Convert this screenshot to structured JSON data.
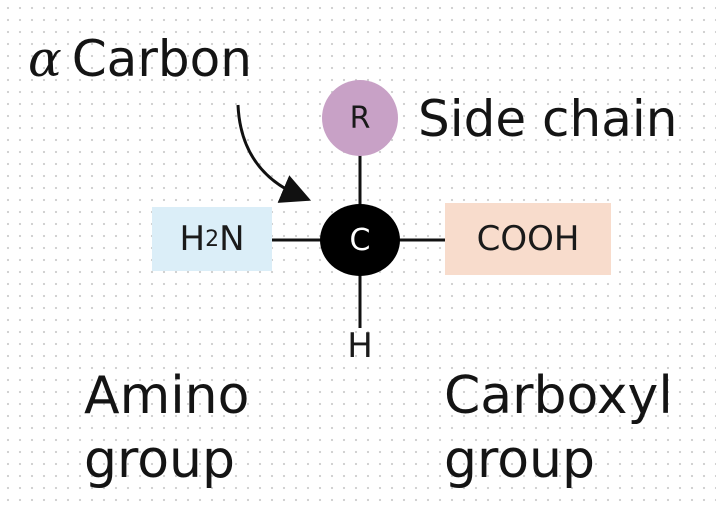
{
  "title_label": {
    "symbol": "α",
    "text": "Carbon"
  },
  "side_chain": {
    "atom": "R",
    "label": "Side chain",
    "color": "#c8a1c6"
  },
  "central_atom": {
    "symbol": "C",
    "color": "#000000"
  },
  "amine": {
    "prefix": "H",
    "subscript": "2",
    "suffix": "N",
    "color": "#dbeef8"
  },
  "carboxyl": {
    "text": "COOH",
    "color": "#f8dccc"
  },
  "hydrogen": {
    "symbol": "H"
  },
  "amino_group": {
    "line1": "Amino",
    "line2": "group"
  },
  "carboxyl_group": {
    "line1": "Carboxyl",
    "line2": "group"
  }
}
